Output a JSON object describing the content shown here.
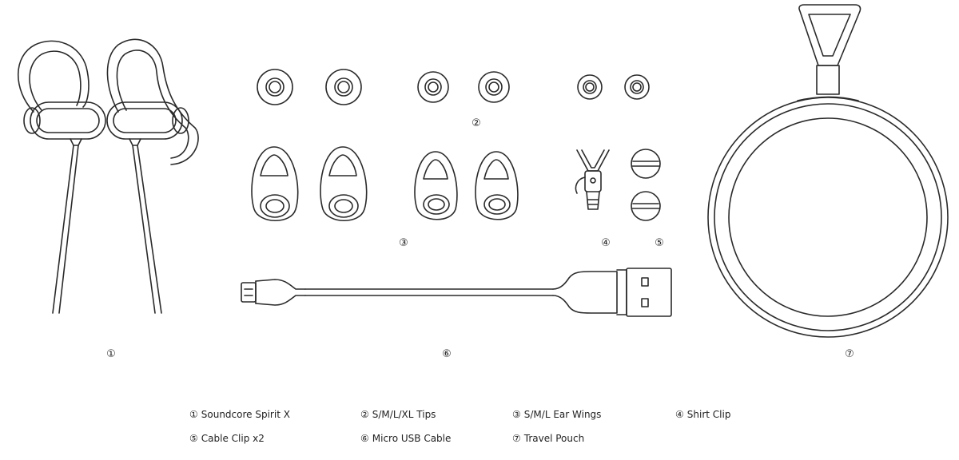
{
  "markers": {
    "m1": "①",
    "m2": "②",
    "m3": "③",
    "m4": "④",
    "m5": "⑤",
    "m6": "⑥",
    "m7": "⑦"
  },
  "legend": [
    {
      "num": "①",
      "label": "Soundcore Spirit X"
    },
    {
      "num": "②",
      "label": "S/M/L/XL Tips"
    },
    {
      "num": "③",
      "label": "S/M/L Ear Wings"
    },
    {
      "num": "④",
      "label": "Shirt Clip"
    },
    {
      "num": "⑤",
      "label": "Cable Clip x2"
    },
    {
      "num": "⑥",
      "label": "Micro USB Cable"
    },
    {
      "num": "⑦",
      "label": "Travel Pouch"
    }
  ],
  "colors": {
    "stroke": "#2a2a2a",
    "background": "#ffffff"
  }
}
